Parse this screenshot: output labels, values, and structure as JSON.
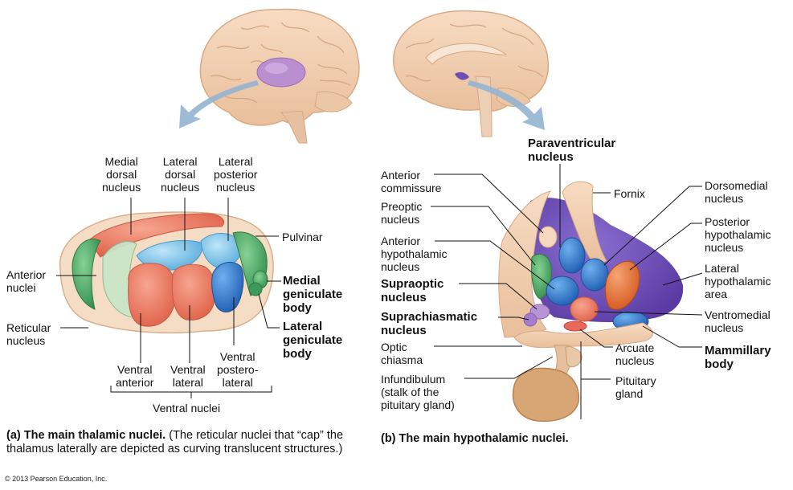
{
  "panel_a": {
    "labels": {
      "medial_dorsal": "Medial\ndorsal\nnucleus",
      "lateral_dorsal": "Lateral\ndorsal\nnucleus",
      "lateral_posterior": "Lateral\nposterior\nnucleus",
      "pulvinar": "Pulvinar",
      "anterior": "Anterior\nnuclei",
      "medial_geniculate": "Medial\ngeniculate\nbody",
      "reticular": "Reticular\nnucleus",
      "lateral_geniculate": "Lateral\ngeniculate\nbody",
      "ventral_anterior": "Ventral\nanterior",
      "ventral_lateral": "Ventral\nlateral",
      "ventral_posterolateral": "Ventral\npostero-\nlateral",
      "ventral_nuclei": "Ventral nuclei"
    },
    "caption_tag": "(a)  The main thalamic nuclei.",
    "caption_rest": " (The reticular nuclei that “cap” the thalamus laterally are depicted as curving translucent structures.)"
  },
  "panel_b": {
    "labels": {
      "paraventricular": "Paraventricular\nnucleus",
      "anterior_commissure": "Anterior\ncommissure",
      "fornix": "Fornix",
      "dorsomedial": "Dorsomedial\nnucleus",
      "preoptic": "Preoptic\nnucleus",
      "posterior_hypothalamic": "Posterior\nhypothalamic\nnucleus",
      "anterior_hypothalamic": "Anterior\nhypothalamic\nnucleus",
      "lateral_hypothalamic": "Lateral\nhypothalamic\narea",
      "supraoptic": "Supraoptic\nnucleus",
      "suprachiasmatic": "Suprachiasmatic\nnucleus",
      "ventromedial": "Ventromedial\nnucleus",
      "optic_chiasma": "Optic\nchiasma",
      "arcuate": "Arcuate\nnucleus",
      "mammillary": "Mammillary\nbody",
      "infundibulum": "Infundibulum\n(stalk of the\npituitary gland)",
      "pituitary": "Pituitary\ngland"
    },
    "caption": "(b) The main hypothalamic nuclei."
  },
  "copyright": "© 2013 Pearson Education, Inc.",
  "colors": {
    "tissue": "#f3d3b5",
    "tissue_dark": "#e2b38c",
    "thalamus_purple": "#b98fd0",
    "arrow_blue": "#93b4d2",
    "red": "#ec7c63",
    "green": "#4aa865",
    "blue": "#3f86d4",
    "light_blue": "#7fc4e8",
    "orange": "#e8763c",
    "purple_area": "#6f4fb5"
  }
}
